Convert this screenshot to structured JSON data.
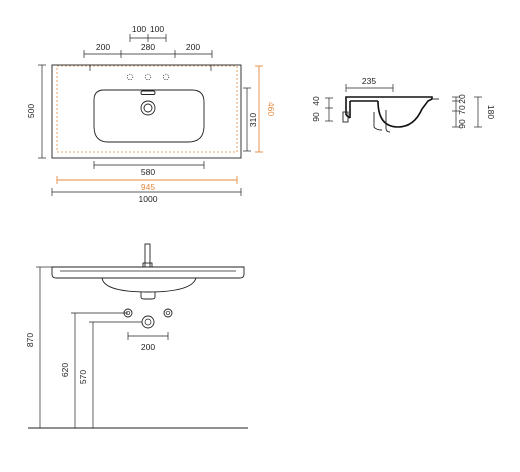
{
  "top_view": {
    "hole_spacing_left": "100",
    "hole_spacing_right": "100",
    "left_gap": "200",
    "middle_gap": "280",
    "right_gap": "200",
    "depth_total": "500",
    "depth_inner": "460",
    "basin_depth": "310",
    "bowl_width": "580",
    "inner_width": "945",
    "total_width": "1000"
  },
  "side_view": {
    "width": "235",
    "left_90": "90",
    "left_40": "40",
    "right_90": "90",
    "right_70": "70",
    "right_20": "20",
    "right_180": "180"
  },
  "front_view": {
    "top_height": "870",
    "mid_height": "620",
    "low_height": "570",
    "tap_spacing": "200"
  },
  "colors": {
    "line": "#222222",
    "accent": "#e58a3c"
  }
}
